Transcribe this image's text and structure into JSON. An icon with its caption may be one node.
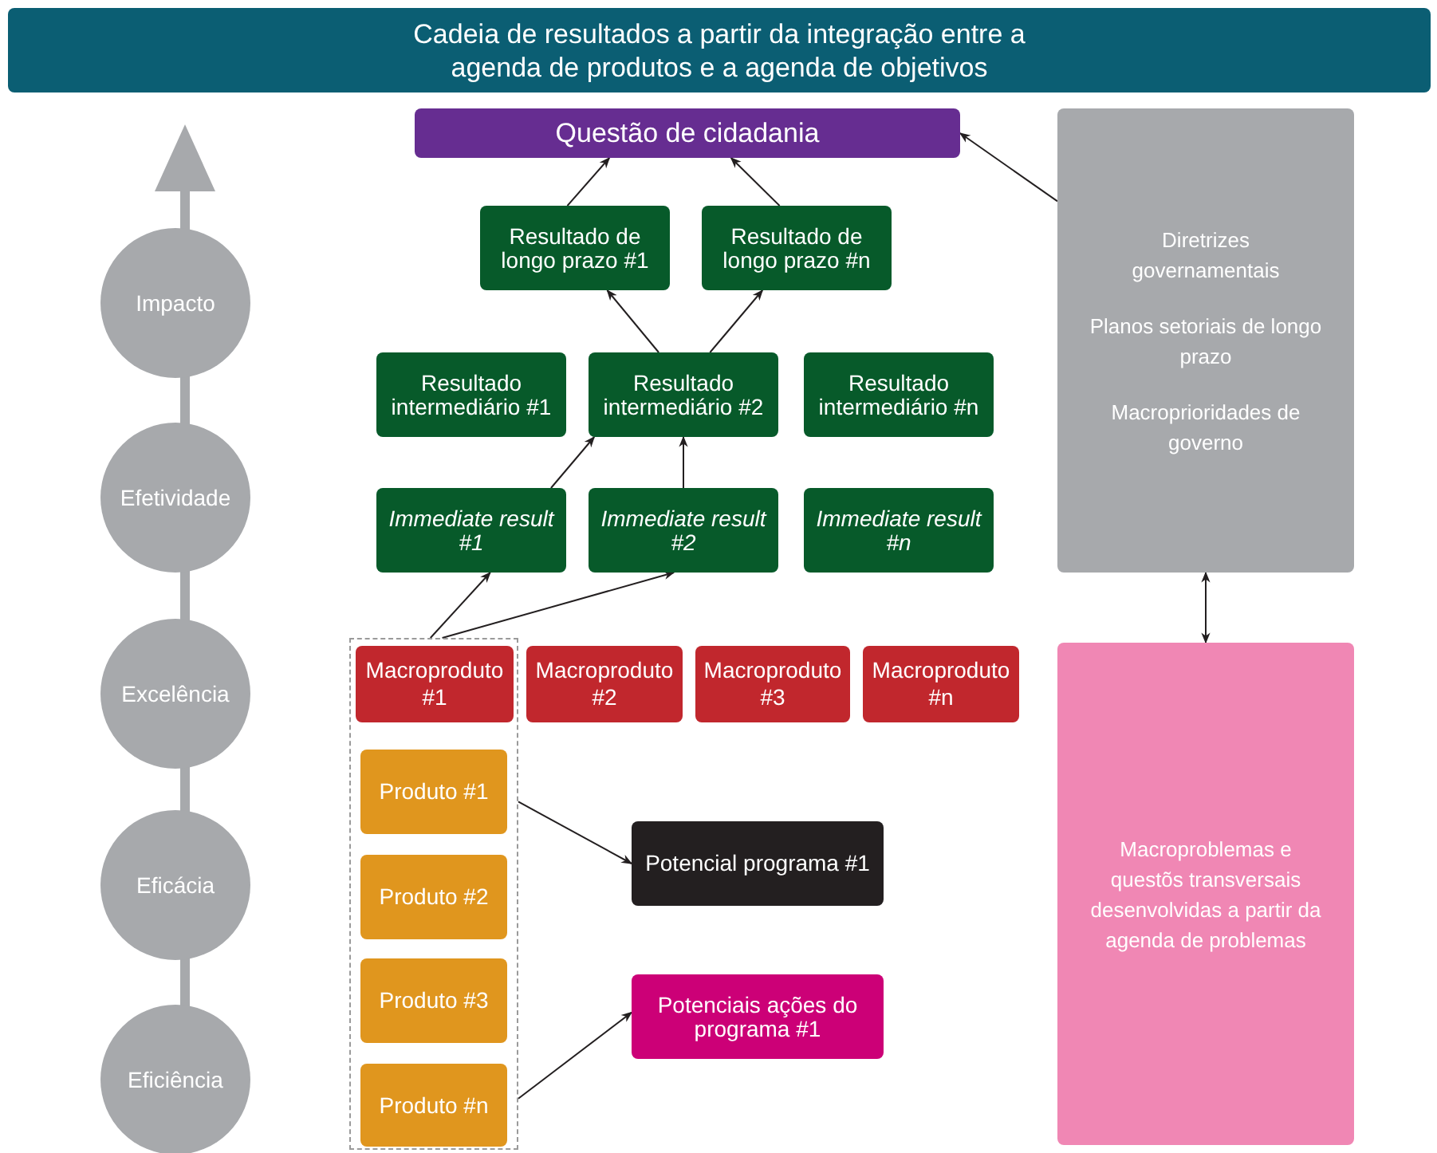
{
  "diagram": {
    "title": "Cadeia de resultados a partir da integração entre a agenda de produtos e a agenda de objetivos",
    "nodes": [
      {
        "text": [
          "Impacto"
        ]
      },
      {
        "text": [
          "Efetividade"
        ]
      },
      {
        "text": [
          "Excelência"
        ]
      },
      {
        "text": [
          "Eficácia"
        ]
      },
      {
        "text": [
          "Eficiência"
        ]
      },
      {
        "text": [
          "Questão de cidadania"
        ]
      },
      {
        "text": [
          "Resultado de longo prazo #1"
        ]
      },
      {
        "text": [
          "Resultado de longo prazo #n"
        ]
      },
      {
        "text": [
          "Resultado intermediário #1"
        ]
      },
      {
        "text": [
          "Resultado intermediário #2"
        ]
      },
      {
        "text": [
          "Resultado intermediário #n"
        ]
      },
      {
        "text": [
          "Immediate result #1"
        ]
      },
      {
        "text": [
          "Immediate result #2"
        ]
      },
      {
        "text": [
          "Immediate result #n"
        ]
      },
      {
        "text": [],
        "shape": "box"
      },
      {
        "text": [
          "Macroproduto #1"
        ],
        "in": 14
      },
      {
        "text": [
          "Produto #1"
        ],
        "in": 14
      },
      {
        "text": [
          "Produto #2"
        ],
        "in": 14
      },
      {
        "text": [
          "Produto #3"
        ],
        "in": 14
      },
      {
        "text": [
          "Produto #n"
        ],
        "in": 14
      },
      {
        "text": [
          "Macroproduto #2"
        ]
      },
      {
        "text": [
          "Macroproduto #3"
        ]
      },
      {
        "text": [
          "Macroproduto #n"
        ]
      },
      {
        "text": [
          "Potencial programa #1"
        ]
      },
      {
        "text": [
          "Potenciais ações do programa #1"
        ]
      },
      {
        "text": [
          "Diretrizes governamentais",
          "Planos setoriais de longo prazo",
          "Macroprioridades de governo"
        ]
      },
      {
        "text": [
          "Macroproblemas e questõs transversais desenvolvidas a partir da agenda de problemas"
        ]
      }
    ],
    "edges": [
      {
        "from": 6,
        "to": 5,
        "arrow": "to"
      },
      {
        "from": 7,
        "to": 5,
        "arrow": "to"
      },
      {
        "from": 9,
        "to": 6,
        "arrow": "to"
      },
      {
        "from": 9,
        "to": 7,
        "arrow": "to"
      },
      {
        "from": 11,
        "to": 9,
        "arrow": "to"
      },
      {
        "from": 12,
        "to": 9,
        "arrow": "to"
      },
      {
        "from": 14,
        "to": 11,
        "arrow": "to"
      },
      {
        "from": 14,
        "to": 12,
        "arrow": "to"
      },
      {
        "from": 25,
        "to": 5,
        "arrow": "to"
      },
      {
        "from": 25,
        "to": 26,
        "arrow": "both"
      },
      {
        "from": 14,
        "to": 23,
        "arrow": "to"
      },
      {
        "from": 14,
        "to": 24,
        "arrow": "to"
      }
    ]
  }
}
